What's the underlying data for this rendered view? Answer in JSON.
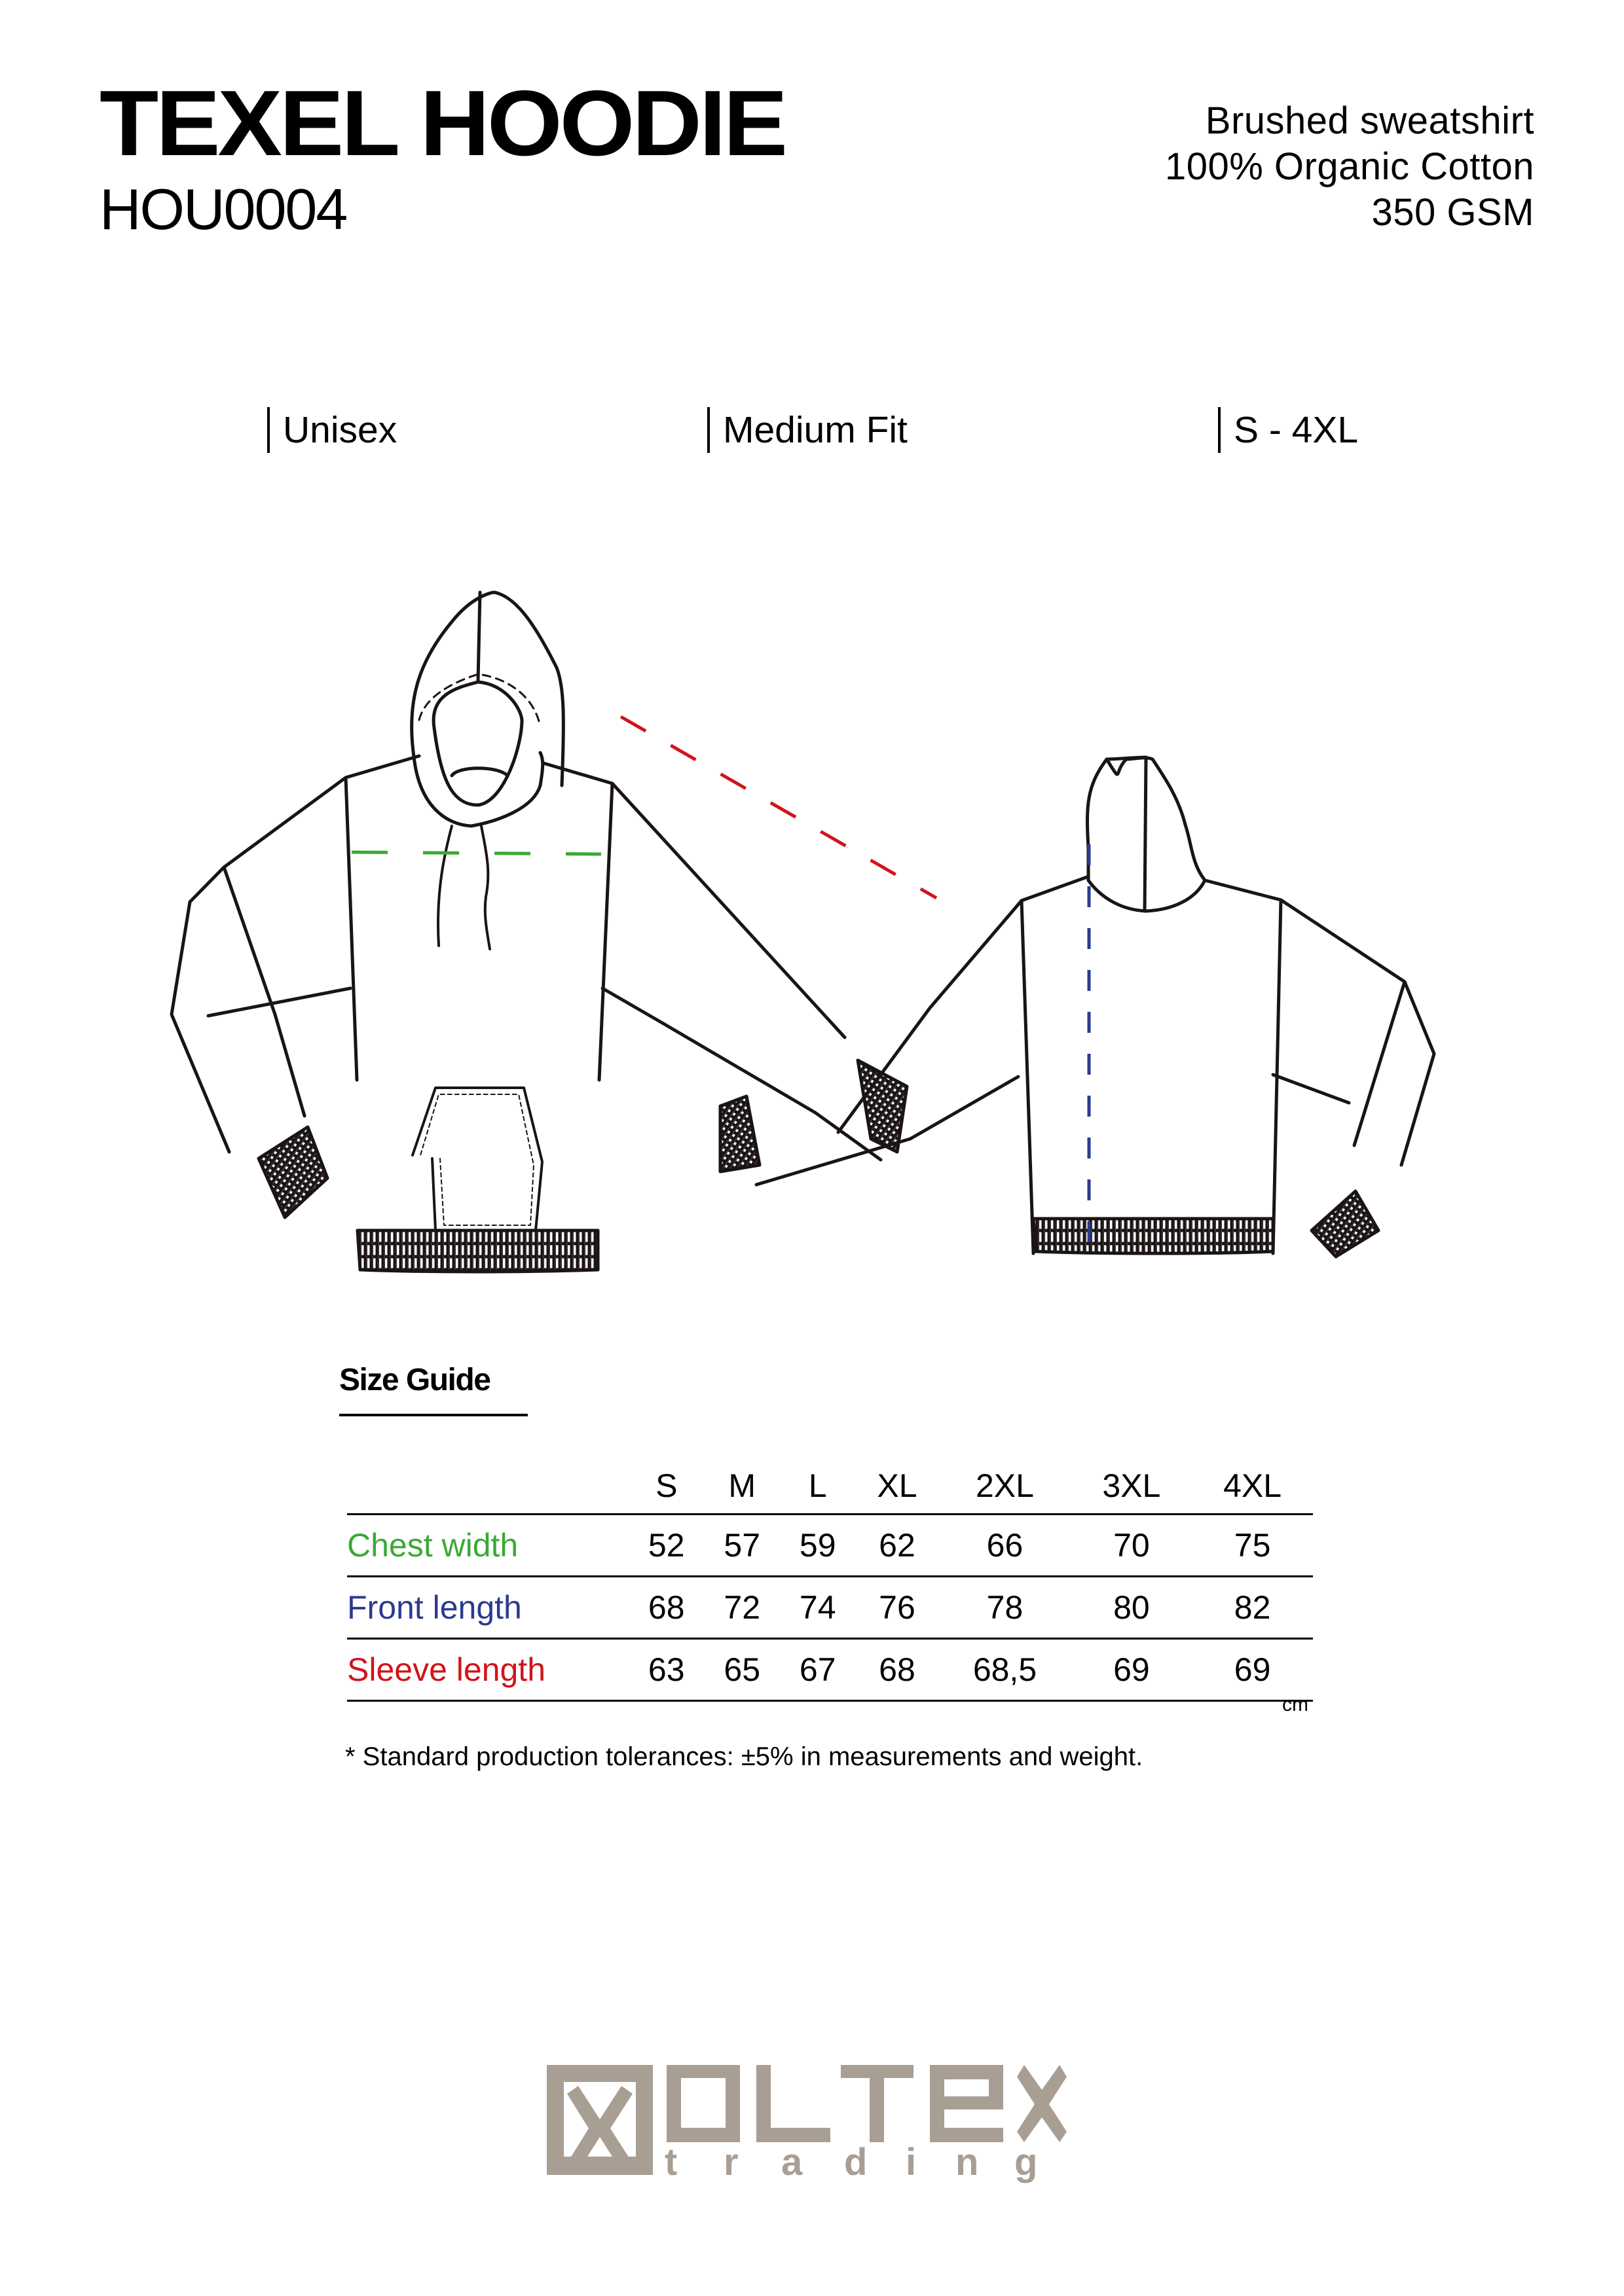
{
  "header": {
    "product_name": "TEXEL HOODIE",
    "product_code": "HOU0004",
    "specs": [
      "Brushed sweatshirt",
      "100% Organic Cotton",
      "350 GSM"
    ]
  },
  "attributes": [
    {
      "label": "Unisex"
    },
    {
      "label": "Medium Fit"
    },
    {
      "label": "S - 4XL"
    }
  ],
  "illustration": {
    "front_view": "hoodie-front",
    "back_view": "hoodie-back",
    "measure_colors": {
      "chest_width": "#3aa935",
      "front_length": "#2b3a8f",
      "sleeve_length": "#d0141c"
    }
  },
  "size_guide": {
    "title": "Size Guide",
    "sizes": [
      "S",
      "M",
      "L",
      "XL",
      "2XL",
      "3XL",
      "4XL"
    ],
    "rows": [
      {
        "label": "Chest width",
        "color": "#3aa935",
        "values": [
          "52",
          "57",
          "59",
          "62",
          "66",
          "70",
          "75"
        ]
      },
      {
        "label": "Front length",
        "color": "#2b3a8f",
        "values": [
          "68",
          "72",
          "74",
          "76",
          "78",
          "80",
          "82"
        ]
      },
      {
        "label": "Sleeve length",
        "color": "#d0141c",
        "values": [
          "63",
          "65",
          "67",
          "68",
          "68,5",
          "69",
          "69"
        ]
      }
    ],
    "unit": "cm",
    "note": "* Standard production tolerances: ±5% in measurements and weight."
  },
  "footer": {
    "brand_name": "OLTEX",
    "brand_sub": "trading",
    "brand_color": "#a89e94"
  }
}
